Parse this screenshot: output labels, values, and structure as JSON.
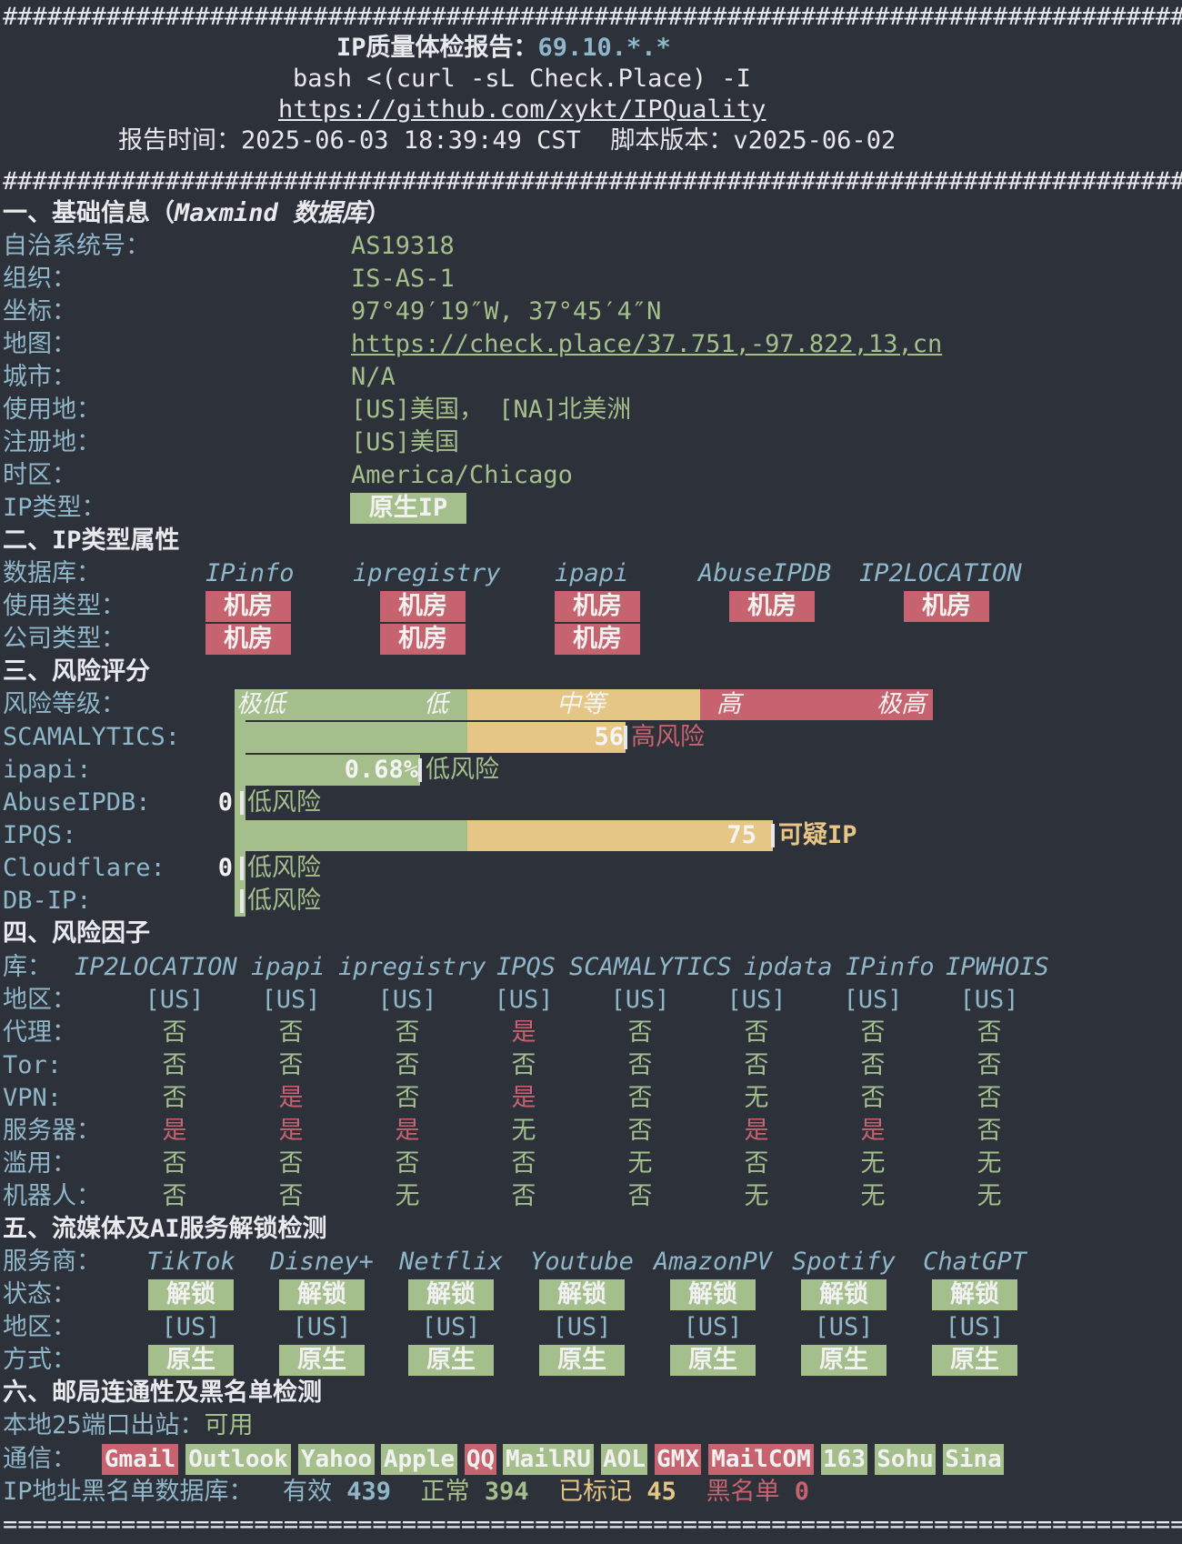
{
  "rule": "################################################################################",
  "rule_bottom": "================================================================================",
  "header": {
    "title_label": "IP质量体检报告：",
    "ip": "69.10.*.*",
    "command": "bash <(curl -sL Check.Place) -I",
    "url": "https://github.com/xykt/IPQuality",
    "report_time_label": "报告时间：",
    "report_time": "2025-06-03 18:39:49 CST",
    "version_label": "脚本版本：",
    "version": "v2025-06-02"
  },
  "s1": {
    "title_prefix": "一、基础信息（",
    "title_db": "Maxmind 数据库",
    "title_suffix": "）",
    "rows": [
      {
        "label": "自治系统号：",
        "value": "AS19318"
      },
      {
        "label": "组织：",
        "value": "IS-AS-1"
      },
      {
        "label": "坐标：",
        "value": "97°49′19″W, 37°45′4″N"
      },
      {
        "label": "地图：",
        "value": "https://check.place/37.751,-97.822,13,cn"
      },
      {
        "label": "城市：",
        "value": "N/A"
      },
      {
        "label": "使用地：",
        "value": "[US]美国， [NA]北美洲"
      },
      {
        "label": "注册地：",
        "value": "[US]美国"
      },
      {
        "label": "时区：",
        "value": "America/Chicago"
      },
      {
        "label": "IP类型：",
        "value": "原生IP"
      }
    ]
  },
  "s2": {
    "title": "二、IP类型属性",
    "db_label": "数据库：",
    "dbs": [
      "IPinfo",
      "ipregistry",
      "ipapi",
      "AbuseIPDB",
      "IP2LOCATION"
    ],
    "usage_label": "使用类型：",
    "usage": [
      "机房",
      "机房",
      "机房",
      "机房",
      "机房"
    ],
    "company_label": "公司类型：",
    "company": [
      "机房",
      "机房",
      "机房"
    ]
  },
  "s3": {
    "title": "三、风险评分",
    "level_label": "风险等级：",
    "levels": [
      "极低",
      "低",
      "中等",
      "高",
      "极高"
    ],
    "rows": [
      {
        "label": "SCAMALYTICS:",
        "score": "56",
        "desc": "高风险"
      },
      {
        "label": "ipapi:",
        "score": "0.68%",
        "desc": "低风险"
      },
      {
        "label": "AbuseIPDB:",
        "score": "0",
        "desc": "低风险"
      },
      {
        "label": "IPQS:",
        "score": "75",
        "desc": "可疑IP"
      },
      {
        "label": "Cloudflare:",
        "score": "0",
        "desc": "低风险"
      },
      {
        "label": "DB-IP:",
        "score": "",
        "desc": "低风险"
      }
    ],
    "bar_fractions": [
      0.56,
      0.0068,
      0,
      0.75,
      0,
      0
    ]
  },
  "s4": {
    "title": "四、风险因子",
    "db_label": "库：",
    "dbs": [
      "IP2LOCATION",
      "ipapi",
      "ipregistry",
      "IPQS",
      "SCAMALYTICS",
      "ipdata",
      "IPinfo",
      "IPWHOIS"
    ],
    "rows": [
      {
        "label": "地区：",
        "values": [
          "[US]",
          "[US]",
          "[US]",
          "[US]",
          "[US]",
          "[US]",
          "[US]",
          "[US]"
        ]
      },
      {
        "label": "代理：",
        "values": [
          "否",
          "否",
          "否",
          "是",
          "否",
          "否",
          "否",
          "否"
        ]
      },
      {
        "label": "Tor:",
        "values": [
          "否",
          "否",
          "否",
          "否",
          "否",
          "否",
          "否",
          "否"
        ]
      },
      {
        "label": "VPN:",
        "values": [
          "否",
          "是",
          "否",
          "是",
          "否",
          "无",
          "否",
          "否"
        ]
      },
      {
        "label": "服务器：",
        "values": [
          "是",
          "是",
          "是",
          "无",
          "否",
          "是",
          "是",
          "否"
        ]
      },
      {
        "label": "滥用：",
        "values": [
          "否",
          "否",
          "否",
          "否",
          "无",
          "否",
          "无",
          "无"
        ]
      },
      {
        "label": "机器人：",
        "values": [
          "否",
          "否",
          "无",
          "否",
          "否",
          "无",
          "无",
          "无"
        ]
      }
    ]
  },
  "s5": {
    "title": "五、流媒体及AI服务解锁检测",
    "provider_label": "服务商：",
    "providers": [
      "TikTok",
      "Disney+",
      "Netflix",
      "Youtube",
      "AmazonPV",
      "Spotify",
      "ChatGPT"
    ],
    "status_label": "状态：",
    "status": [
      "解锁",
      "解锁",
      "解锁",
      "解锁",
      "解锁",
      "解锁",
      "解锁"
    ],
    "region_label": "地区：",
    "regions": [
      "[US]",
      "[US]",
      "[US]",
      "[US]",
      "[US]",
      "[US]",
      "[US]"
    ],
    "method_label": "方式：",
    "methods": [
      "原生",
      "原生",
      "原生",
      "原生",
      "原生",
      "原生",
      "原生"
    ]
  },
  "s6": {
    "title": "六、邮局连通性及黑名单检测",
    "port25_label": "本地25端口出站：",
    "port25_value": "可用",
    "comm_label": "通信：",
    "providers": [
      {
        "name": "Gmail",
        "ok": false
      },
      {
        "name": "Outlook",
        "ok": true
      },
      {
        "name": "Yahoo",
        "ok": true
      },
      {
        "name": "Apple",
        "ok": true
      },
      {
        "name": "QQ",
        "ok": false
      },
      {
        "name": "MailRU",
        "ok": true
      },
      {
        "name": "AOL",
        "ok": true
      },
      {
        "name": "GMX",
        "ok": false
      },
      {
        "name": "MailCOM",
        "ok": false
      },
      {
        "name": "163",
        "ok": true
      },
      {
        "name": "Sohu",
        "ok": true
      },
      {
        "name": "Sina",
        "ok": true
      }
    ],
    "bl_label": "IP地址黑名单数据库：",
    "valid_label": "有效",
    "valid": "439",
    "normal_label": "正常",
    "normal": "394",
    "marked_label": "已标记",
    "marked": "45",
    "black_label": "黑名单",
    "black": "0"
  },
  "colors": {
    "background": "#2c313a",
    "green": "#a4be8c",
    "red": "#c7636e",
    "yellow": "#e6c684",
    "cyan": "#8fb6c9"
  }
}
